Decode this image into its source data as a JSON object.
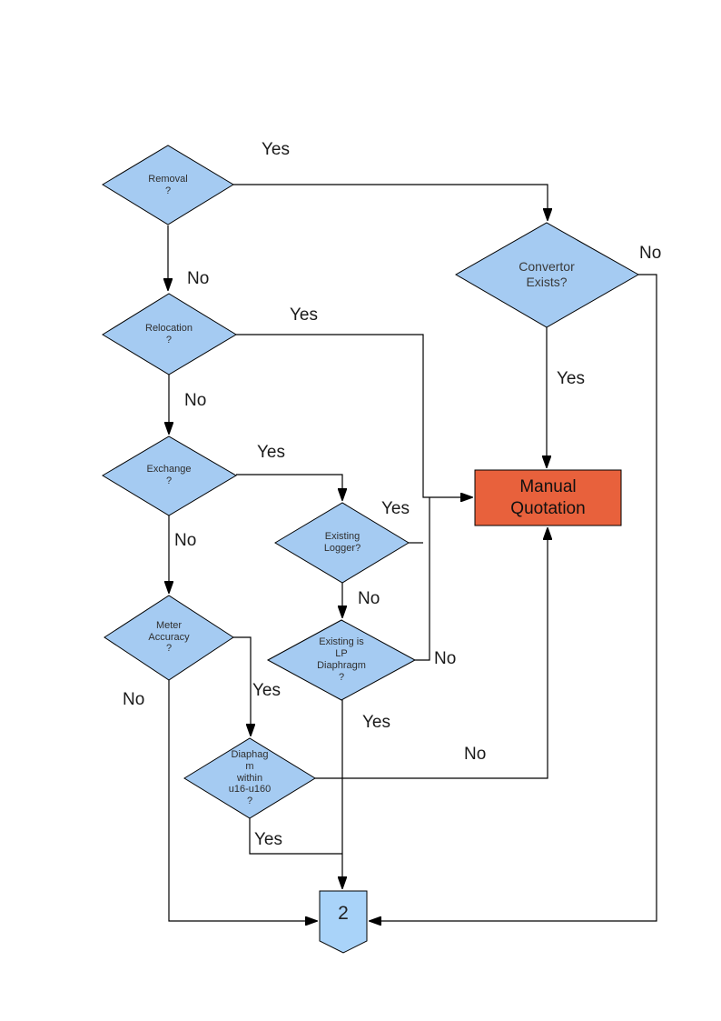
{
  "flowchart": {
    "colors": {
      "decision_fill": "#A5CBF2",
      "connector_fill": "#A9D3F9",
      "process_fill": "#E8613C",
      "shape_border": "#000000",
      "line_color": "#000000"
    },
    "nodes": {
      "removal": {
        "label": "Removal\n?"
      },
      "relocation": {
        "label": "Relocation\n?"
      },
      "exchange": {
        "label": "Exchange\n?"
      },
      "meter_accuracy": {
        "label": "Meter\nAccuracy\n?"
      },
      "existing_logger": {
        "label": "Existing\nLogger?"
      },
      "existing_lp_diaphragm": {
        "label": "Existing is\nLP\nDiaphragm\n?"
      },
      "diaphragm_within_range": {
        "label": "Diaphag\nm\nwithin\nu16-u160\n?"
      },
      "convertor_exists": {
        "label": "Convertor\nExists?"
      },
      "manual_quotation": {
        "label": "Manual\nQuotation"
      },
      "offpage_connector": {
        "label": "2"
      }
    },
    "edge_labels": {
      "removal_yes": "Yes",
      "removal_no": "No",
      "relocation_yes": "Yes",
      "relocation_no": "No",
      "exchange_yes": "Yes",
      "exchange_no": "No",
      "existing_logger_yes": "Yes",
      "existing_logger_no": "No",
      "existing_lp_yes": "Yes",
      "existing_lp_no": "No",
      "diaphragm_yes": "Yes",
      "diaphragm_no": "No",
      "meter_accuracy_yes": "Yes",
      "meter_accuracy_no": "No",
      "convertor_yes": "Yes",
      "convertor_no": "No"
    }
  }
}
